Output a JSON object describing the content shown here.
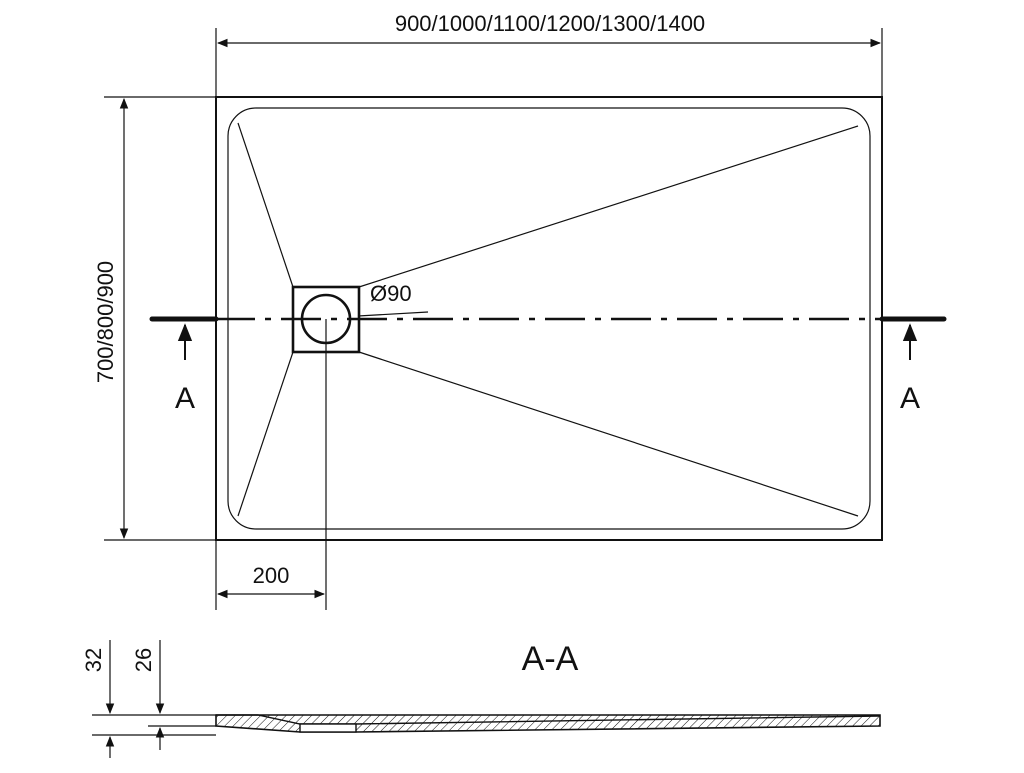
{
  "drawing": {
    "width_dimension": "900/1000/1100/1200/1300/1400",
    "depth_dimension": "700/800/900",
    "drain_diameter": "Ø90",
    "drain_offset": "200",
    "section_marker": "A",
    "section_title": "A-A",
    "total_height": "32",
    "tray_height": "26"
  },
  "colors": {
    "line": "#111111",
    "background": "#ffffff"
  }
}
